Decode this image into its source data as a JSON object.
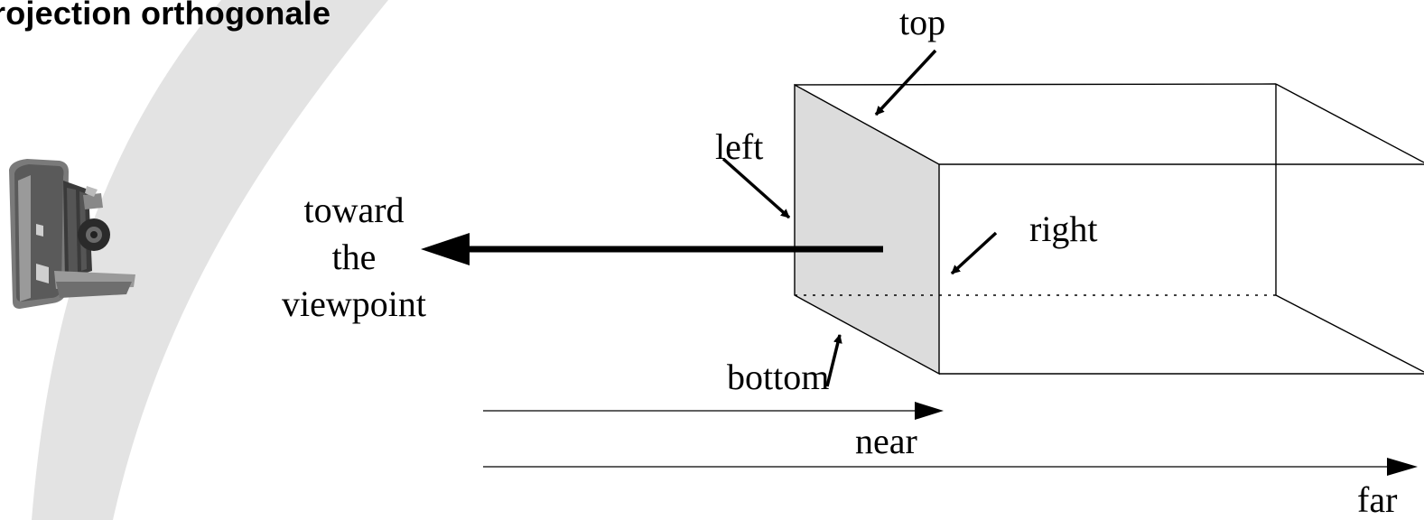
{
  "slide": {
    "title": "rojection orthogonale"
  },
  "labels": {
    "top": "top",
    "left": "left",
    "right": "right",
    "bottom": "bottom",
    "near": "near",
    "far": "far",
    "toward": [
      "toward",
      "the",
      "viewpoint"
    ]
  },
  "icons": {
    "camera": "folding-camera-icon"
  },
  "colors": {
    "arc": "#e3e3e3",
    "near_face": "#dcdcdc",
    "ink": "#000000"
  }
}
